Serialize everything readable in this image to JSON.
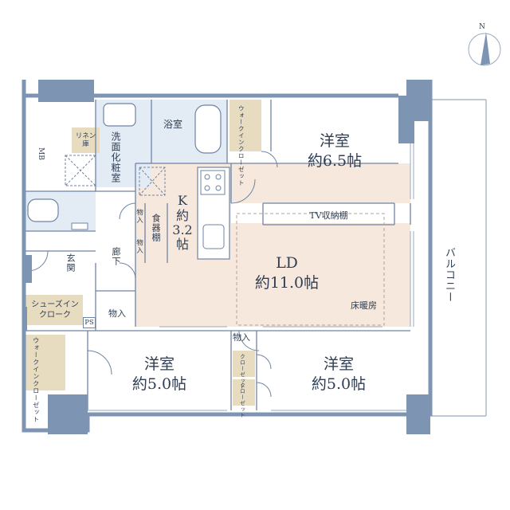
{
  "rooms": {
    "bedroom_top": {
      "name": "洋室",
      "size": "約6.5帖"
    },
    "bedroom_left": {
      "name": "洋室",
      "size": "約5.0帖"
    },
    "bedroom_right": {
      "name": "洋室",
      "size": "約5.0帖"
    },
    "ld": {
      "name": "LD",
      "size": "約11.0帖"
    },
    "kitchen": {
      "name": "K",
      "size": "約",
      "size2": "3.2",
      "size3": "帖"
    }
  },
  "labels": {
    "balcony": "バルコニー",
    "tv_storage": "TV収納棚",
    "floor_heating": "床暖房",
    "walkin_top": "ウォークインクローゼット",
    "walkin_left": "ウォークインクローゼット",
    "shoes_in_1": "シューズイン",
    "shoes_in_2": "クローク",
    "ps": "PS",
    "storage_entry": "物入",
    "storage_hall": "物入",
    "storage_k1": "物入",
    "storage_k2": "物入",
    "dish_shelf": "食器棚",
    "hallway": "廊下",
    "entrance": "玄関",
    "bath": "浴室",
    "washroom": "洗面化粧室",
    "linen": "リネン庫",
    "mb": "MB",
    "closet_1": "クローゼット",
    "closet_2": "クローゼット"
  },
  "colors": {
    "wall": "#7d94b3",
    "line": "#6f84a3",
    "room_floor": "#ffffff",
    "wet_area": "#e3ebf4",
    "kitchen_ld_floor": "#f6e8dc",
    "storage": "#e8dcc0",
    "text": "#2f3e55"
  },
  "compass": {
    "label": "N"
  }
}
